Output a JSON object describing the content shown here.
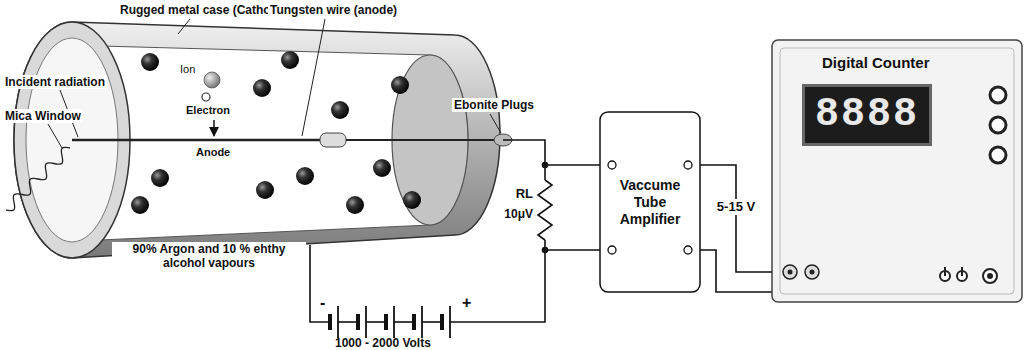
{
  "diagram": {
    "nodes": [
      {
        "text": [
          "Vaccume Tube Amplifier"
        ]
      },
      {
        "text": [
          "Digital Counter",
          "8888"
        ]
      }
    ],
    "edges": [
      {
        "from": 0,
        "to": 1,
        "arrow": "none",
        "label": "5-15 V"
      }
    ],
    "labels": [
      "Rugged metal case (Cathode)",
      "Tungsten wire (anode)",
      "Incident radiation",
      "Mica Window",
      "Ion",
      "Electron",
      "Anode",
      "Ebonite Plugs",
      "90% Argon and 10 % ehthy alcohol vapours",
      "RL",
      "10μV",
      "-",
      "+",
      "1000 - 2000 Volts"
    ]
  }
}
